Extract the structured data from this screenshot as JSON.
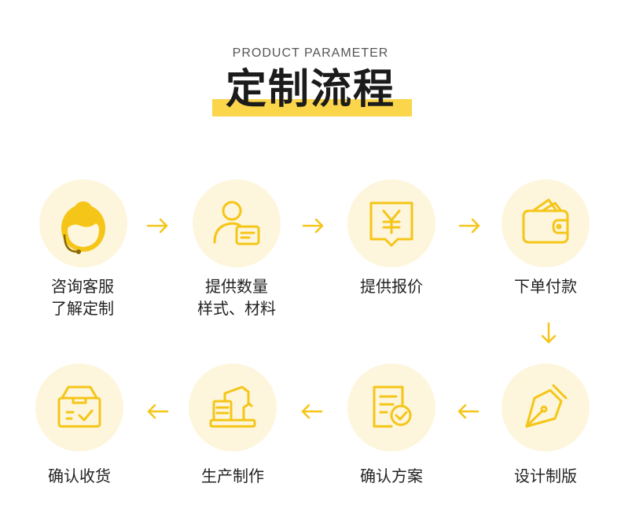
{
  "header": {
    "subtitle": "PRODUCT PARAMETER",
    "title": "定制流程"
  },
  "colors": {
    "accent": "#fbd54a",
    "icon_stroke": "#f5c518",
    "circle_bg": "#fdf6dc",
    "arrow": "#f5c518"
  },
  "steps": [
    {
      "line1": "咨询客服",
      "line2": "了解定制",
      "icon": "customer-service-icon"
    },
    {
      "line1": "提供数量",
      "line2": "样式、材料",
      "icon": "user-card-icon"
    },
    {
      "line1": "提供报价",
      "line2": "",
      "icon": "yen-quote-icon"
    },
    {
      "line1": "下单付款",
      "line2": "",
      "icon": "wallet-icon"
    },
    {
      "line1": "设计制版",
      "line2": "",
      "icon": "pen-nib-icon"
    },
    {
      "line1": "确认方案",
      "line2": "",
      "icon": "document-check-icon"
    },
    {
      "line1": "生产制作",
      "line2": "",
      "icon": "machine-icon"
    },
    {
      "line1": "确认收货",
      "line2": "",
      "icon": "box-check-icon"
    }
  ]
}
